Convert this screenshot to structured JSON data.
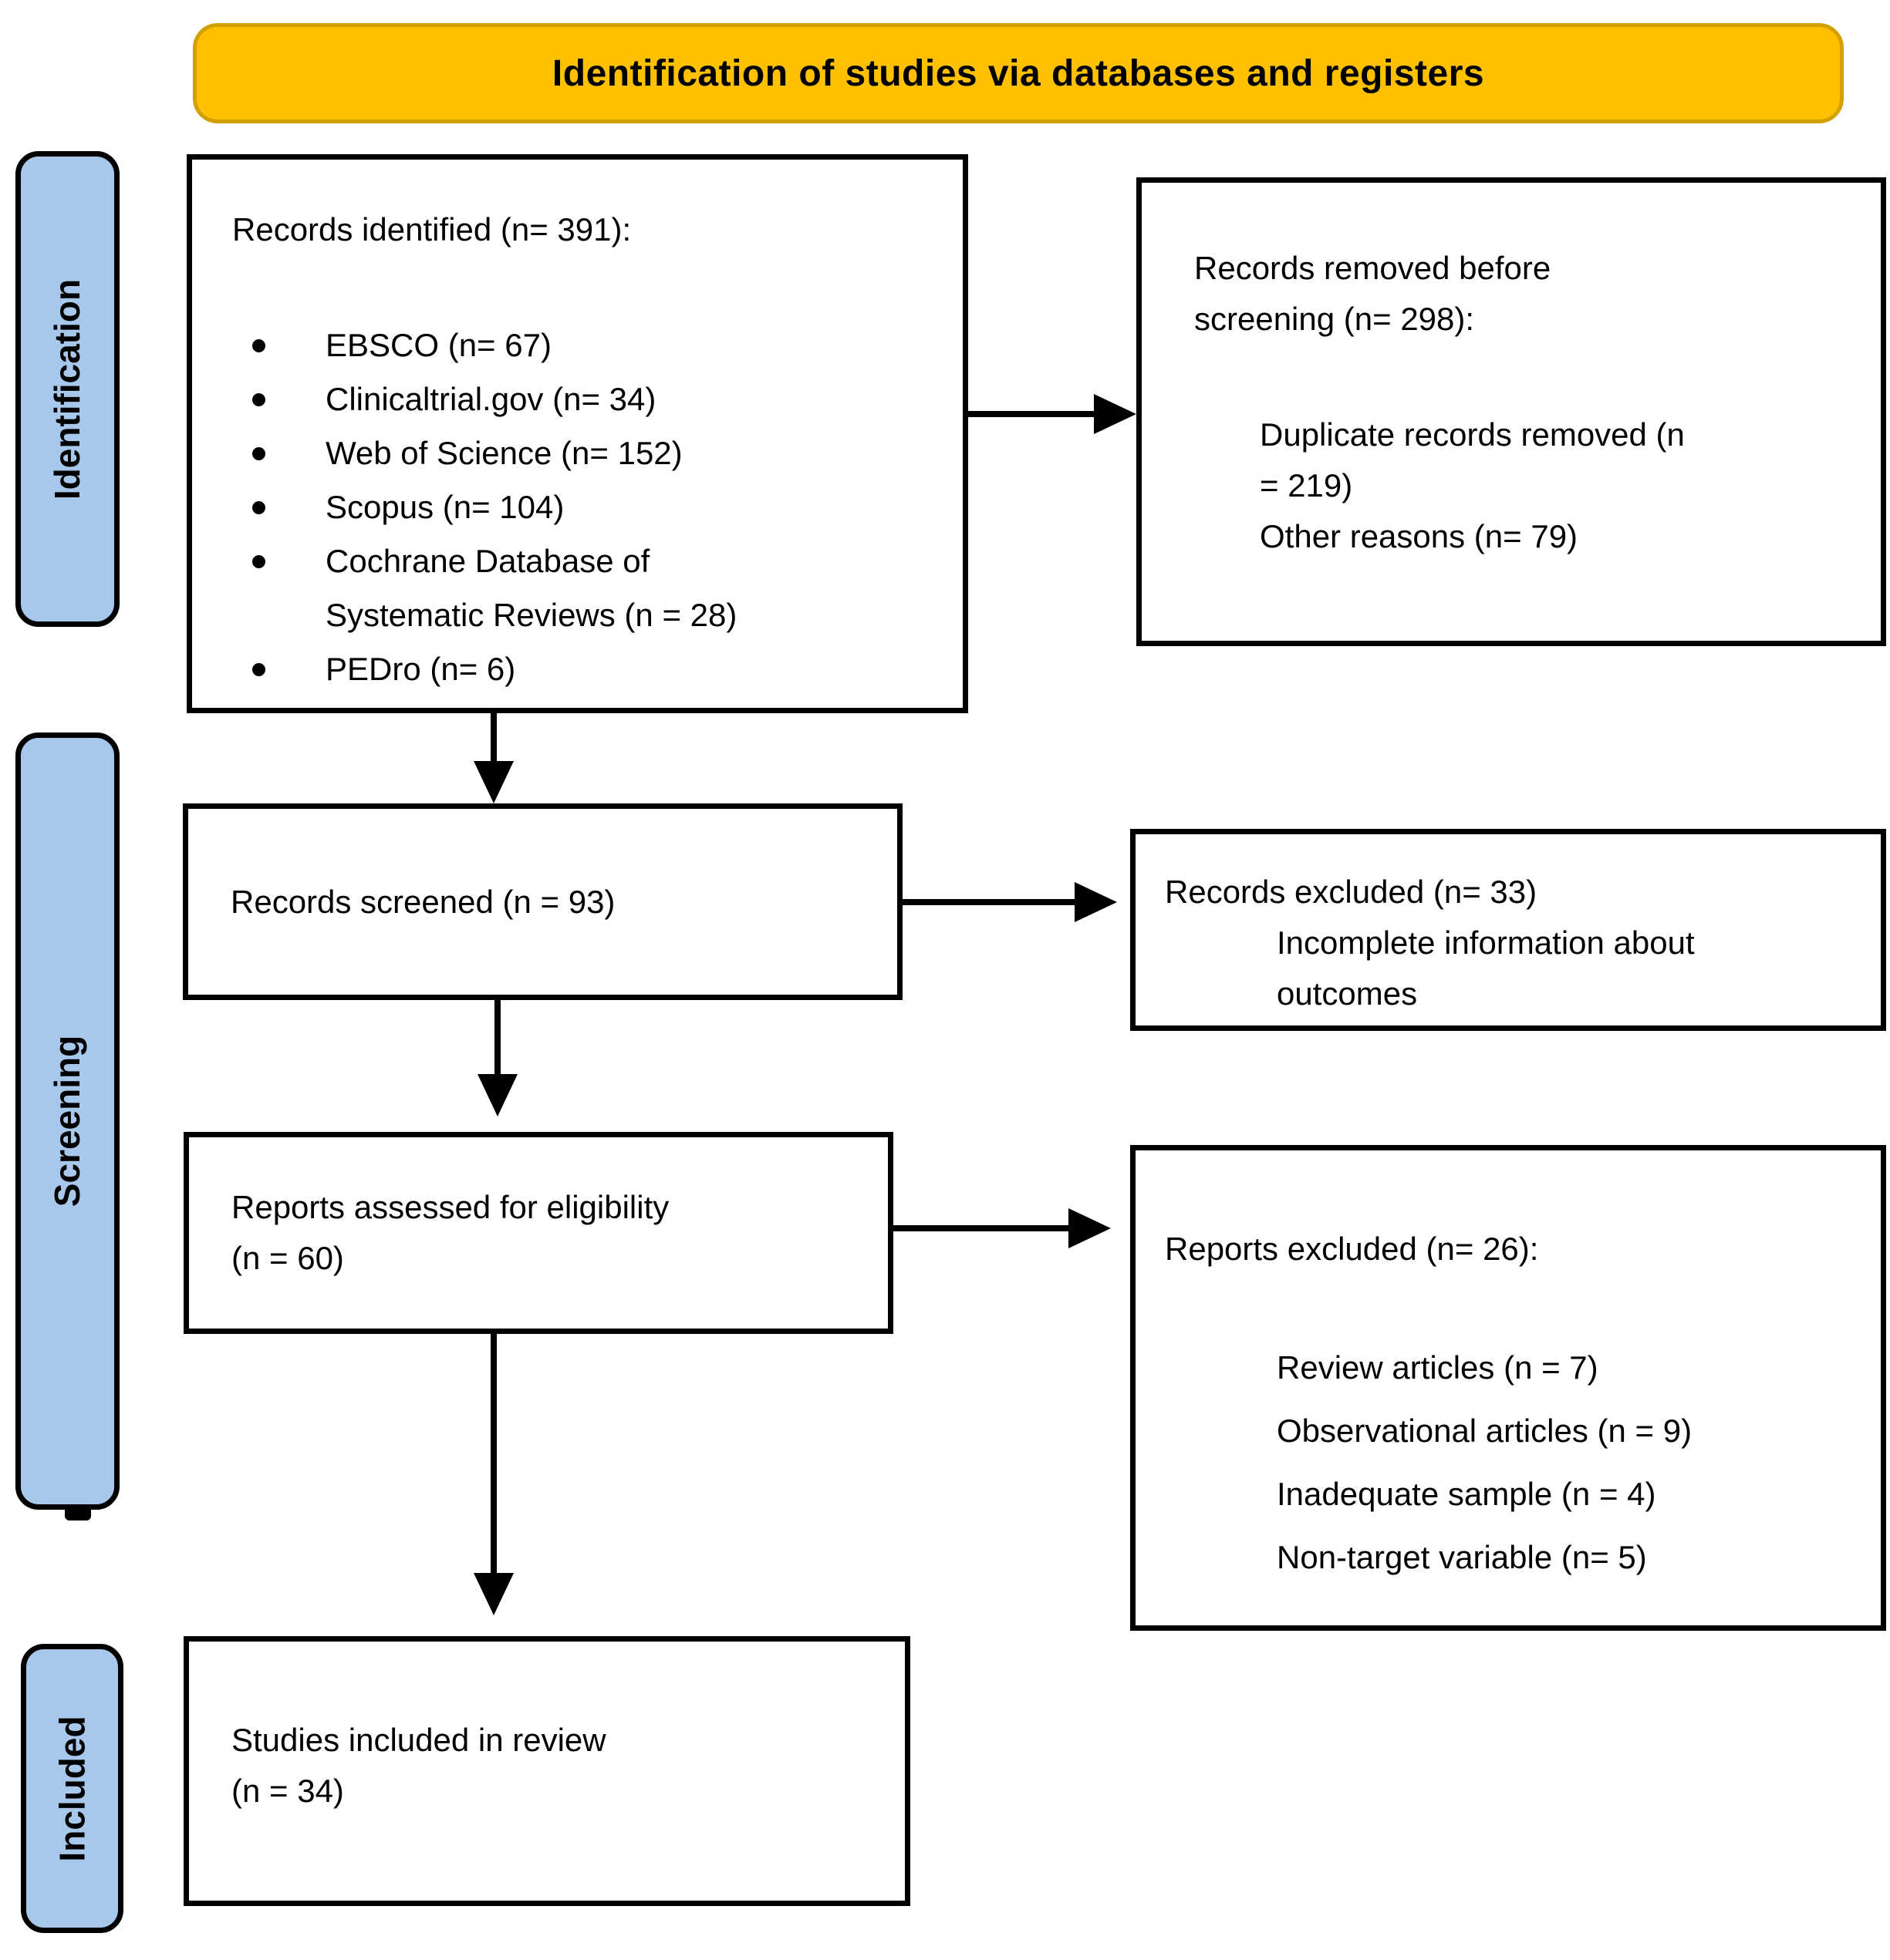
{
  "banner": {
    "label": "Identification of studies via databases and registers"
  },
  "stages": {
    "identification": "Identification",
    "screening": "Screening",
    "included": "Included"
  },
  "boxes": {
    "identified": {
      "title": "Records identified (n= 391):",
      "items": [
        "EBSCO (n= 67)",
        "Clinicaltrial.gov (n= 34)",
        "Web of Science (n= 152)",
        "Scopus (n= 104)",
        "Cochrane Database of Systematic Reviews (n = 28)",
        "PEDro (n= 6)"
      ]
    },
    "removed": {
      "title": "Records removed before screening (n= 298):",
      "items": [
        "Duplicate records removed (n = 219)",
        "Other reasons (n= 79)"
      ]
    },
    "screened": {
      "title": "Records screened (n = 93)"
    },
    "records_excluded": {
      "title": "Records excluded (n= 33)",
      "items": [
        "Incomplete information about outcomes"
      ]
    },
    "assessed": {
      "line1": "Reports assessed for eligibility",
      "line2": "(n = 60)"
    },
    "reports_excluded": {
      "title": "Reports excluded (n= 26):",
      "items": [
        "Review articles (n = 7)",
        "Observational articles (n = 9)",
        "Inadequate sample (n = 4)",
        "Non-target variable (n= 5)"
      ]
    },
    "included_studies": {
      "line1": "Studies included in review",
      "line2": "(n = 34)"
    }
  },
  "colors": {
    "banner_fill": "#FFC000",
    "banner_border": "#D49F00",
    "stage_fill": "#A8C8EB",
    "box_border": "#000000"
  }
}
